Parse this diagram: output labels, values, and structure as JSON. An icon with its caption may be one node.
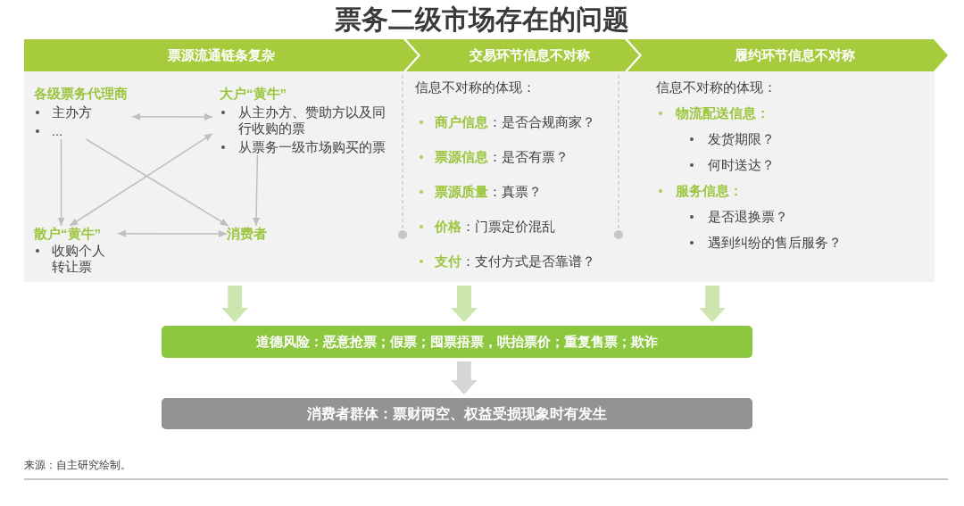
{
  "diagram": {
    "title": "票务二级市场存在的问题",
    "nodes": [
      {
        "text": [
          "票源流通链条复杂"
        ]
      },
      {
        "text": [
          "各级票务代理商",
          "主办方",
          "..."
        ],
        "in": 0
      },
      {
        "text": [
          "大户“黄牛”",
          "从主办方、赞助方以及同行收购的票",
          "从票务一级市场购买的票"
        ],
        "in": 0
      },
      {
        "text": [
          "散户“黄牛”",
          "收购个人转让票"
        ],
        "in": 0
      },
      {
        "text": [
          "消费者"
        ],
        "in": 0
      },
      {
        "text": [
          "交易环节信息不对称",
          "信息不对称的体现：",
          "**商户信息**：是否合规商家？",
          "**票源信息**：是否有票？",
          "**票源质量**：真票？",
          "**价格**：门票定价混乱",
          "**支付**：支付方式是否靠谱？"
        ]
      },
      {
        "text": [
          "履约环节信息不对称",
          "信息不对称的体现：",
          "物流配送信息：",
          "发货期限？",
          "何时送达？",
          "服务信息：",
          "是否退换票？",
          "遇到纠纷的售后服务？"
        ]
      },
      {
        "text": [
          "道德风险：恶意抢票；假票；囤票捂票，哄抬票价；重复售票；欺诈"
        ]
      },
      {
        "text": [
          "消费者群体：票财两空、权益受损现象时有发生"
        ]
      }
    ],
    "edges": [
      {
        "from": 1,
        "to": 2,
        "arrow": "both"
      },
      {
        "from": 1,
        "to": 3,
        "arrow": "to"
      },
      {
        "from": 1,
        "to": 4,
        "arrow": "to"
      },
      {
        "from": 3,
        "to": 2,
        "arrow": "both"
      },
      {
        "from": 2,
        "to": 4,
        "arrow": "to"
      },
      {
        "from": 3,
        "to": 4,
        "arrow": "both"
      },
      {
        "from": 0,
        "to": 7,
        "arrow": "to",
        "style": "thick",
        "color": "#cde6af"
      },
      {
        "from": 5,
        "to": 7,
        "arrow": "to",
        "style": "thick",
        "color": "#cde6af"
      },
      {
        "from": 6,
        "to": 7,
        "arrow": "to",
        "style": "thick",
        "color": "#cde6af"
      },
      {
        "from": 7,
        "to": 8,
        "arrow": "to",
        "style": "thick",
        "color": "#d6d6d6"
      }
    ],
    "labels": [
      "来源：自主研究绘制。"
    ]
  }
}
